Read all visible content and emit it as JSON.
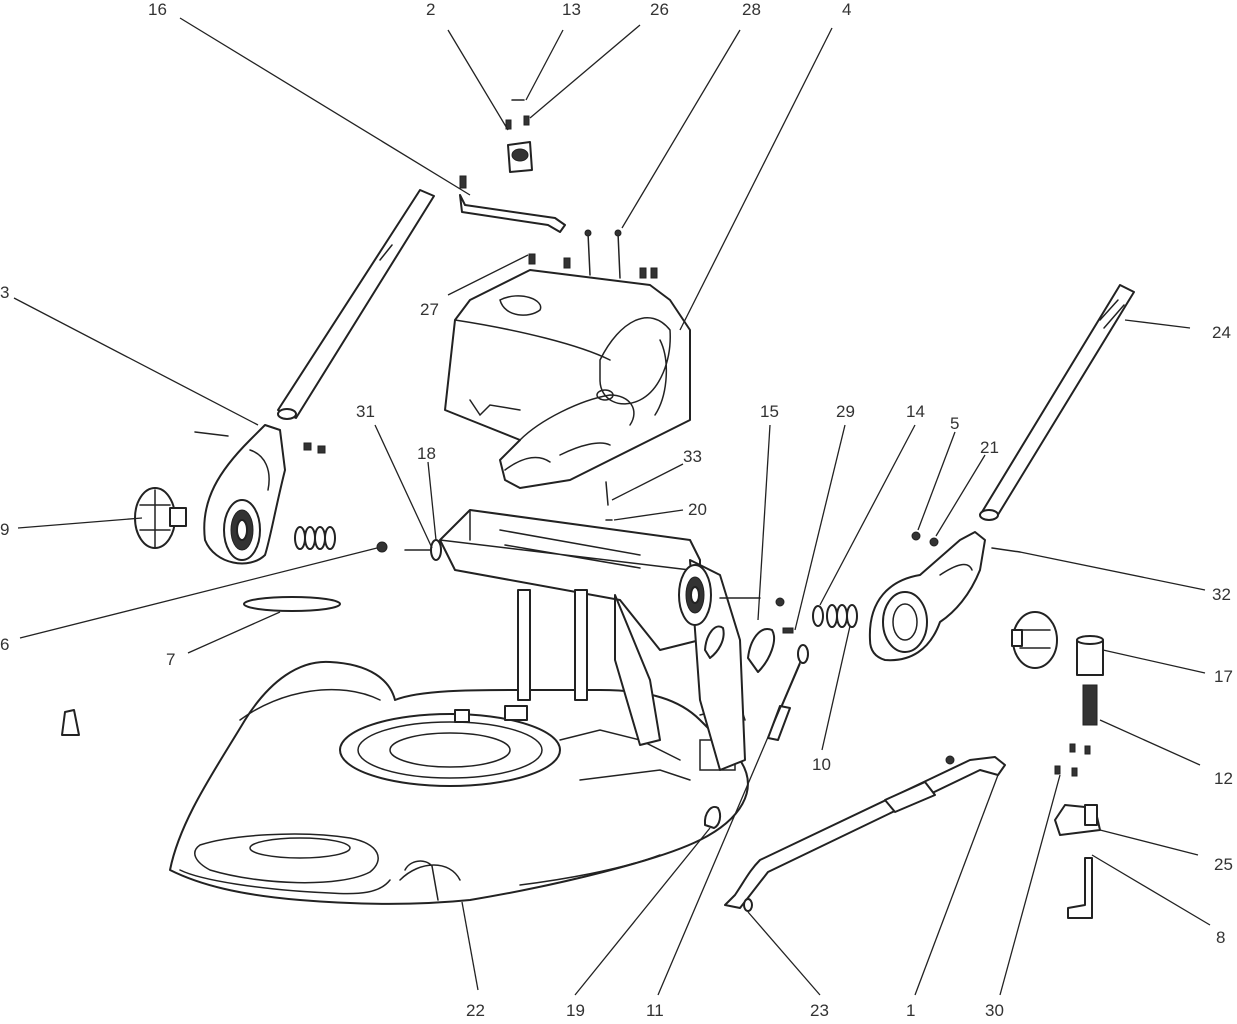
{
  "callouts": [
    {
      "id": "16",
      "text": "16"
    },
    {
      "id": "2",
      "text": "2"
    },
    {
      "id": "13",
      "text": "13"
    },
    {
      "id": "26",
      "text": "26"
    },
    {
      "id": "28",
      "text": "28"
    },
    {
      "id": "4",
      "text": "4"
    },
    {
      "id": "3",
      "text": "3"
    },
    {
      "id": "27",
      "text": "27"
    },
    {
      "id": "24",
      "text": "24"
    },
    {
      "id": "31",
      "text": "31"
    },
    {
      "id": "18",
      "text": "18"
    },
    {
      "id": "15",
      "text": "15"
    },
    {
      "id": "29",
      "text": "29"
    },
    {
      "id": "14",
      "text": "14"
    },
    {
      "id": "5",
      "text": "5"
    },
    {
      "id": "21",
      "text": "21"
    },
    {
      "id": "33",
      "text": "33"
    },
    {
      "id": "20",
      "text": "20"
    },
    {
      "id": "9",
      "text": "9"
    },
    {
      "id": "32",
      "text": "32"
    },
    {
      "id": "6",
      "text": "6"
    },
    {
      "id": "7",
      "text": "7"
    },
    {
      "id": "17",
      "text": "17"
    },
    {
      "id": "10",
      "text": "10"
    },
    {
      "id": "12",
      "text": "12"
    },
    {
      "id": "25",
      "text": "25"
    },
    {
      "id": "8",
      "text": "8"
    },
    {
      "id": "22",
      "text": "22"
    },
    {
      "id": "19",
      "text": "19"
    },
    {
      "id": "11",
      "text": "11"
    },
    {
      "id": "23",
      "text": "23"
    },
    {
      "id": "1",
      "text": "1"
    },
    {
      "id": "30",
      "text": "30"
    }
  ]
}
